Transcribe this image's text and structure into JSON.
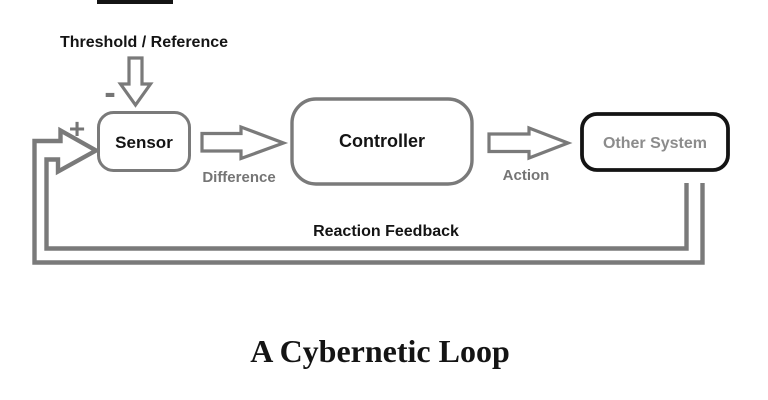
{
  "diagram": {
    "title": "A Cybernetic Loop",
    "reference_label": "Threshold / Reference",
    "minus_sign": "-",
    "plus_sign": "+",
    "nodes": {
      "sensor": "Sensor",
      "controller": "Controller",
      "other_system": "Other System"
    },
    "arrows": {
      "difference": "Difference",
      "action": "Action",
      "feedback": "Reaction Feedback"
    },
    "colors": {
      "outline_gray": "#7a7a7a",
      "label_gray": "#757575",
      "muted_box_text": "#8c8c8c",
      "ink_black": "#141414",
      "background": "#ffffff"
    }
  }
}
